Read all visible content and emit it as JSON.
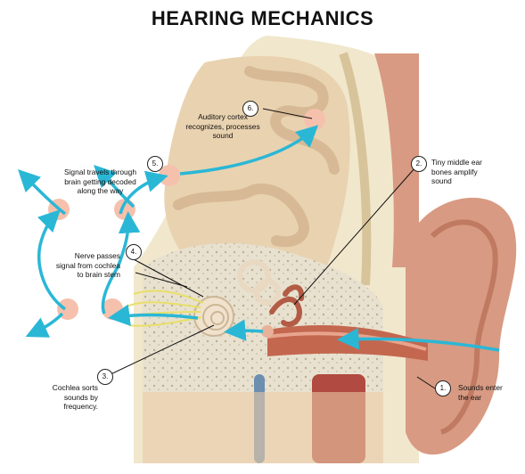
{
  "title": "HEARING MECHANICS",
  "steps": [
    {
      "num": "1.",
      "label": "Sounds enter\nthe ear"
    },
    {
      "num": "2.",
      "label": "Tiny middle ear\nbones amplify\nsound"
    },
    {
      "num": "3.",
      "label": "Cochlea sorts\nsounds by\nfrequency."
    },
    {
      "num": "4.",
      "label": "Nerve passes\nsignal from cochlea\nto brain stem"
    },
    {
      "num": "5.",
      "label": "Signal travels through\nbrain getting decoded\nalong the way"
    },
    {
      "num": "6.",
      "label": "Auditory cortex\nrecognizes, processes\nsound"
    }
  ],
  "colors": {
    "arrow": "#2ab7d6",
    "brain": "#e9d2b0",
    "bone": "#f1e7cc",
    "skin": "#d89a82",
    "node": "#f5c1ad"
  }
}
